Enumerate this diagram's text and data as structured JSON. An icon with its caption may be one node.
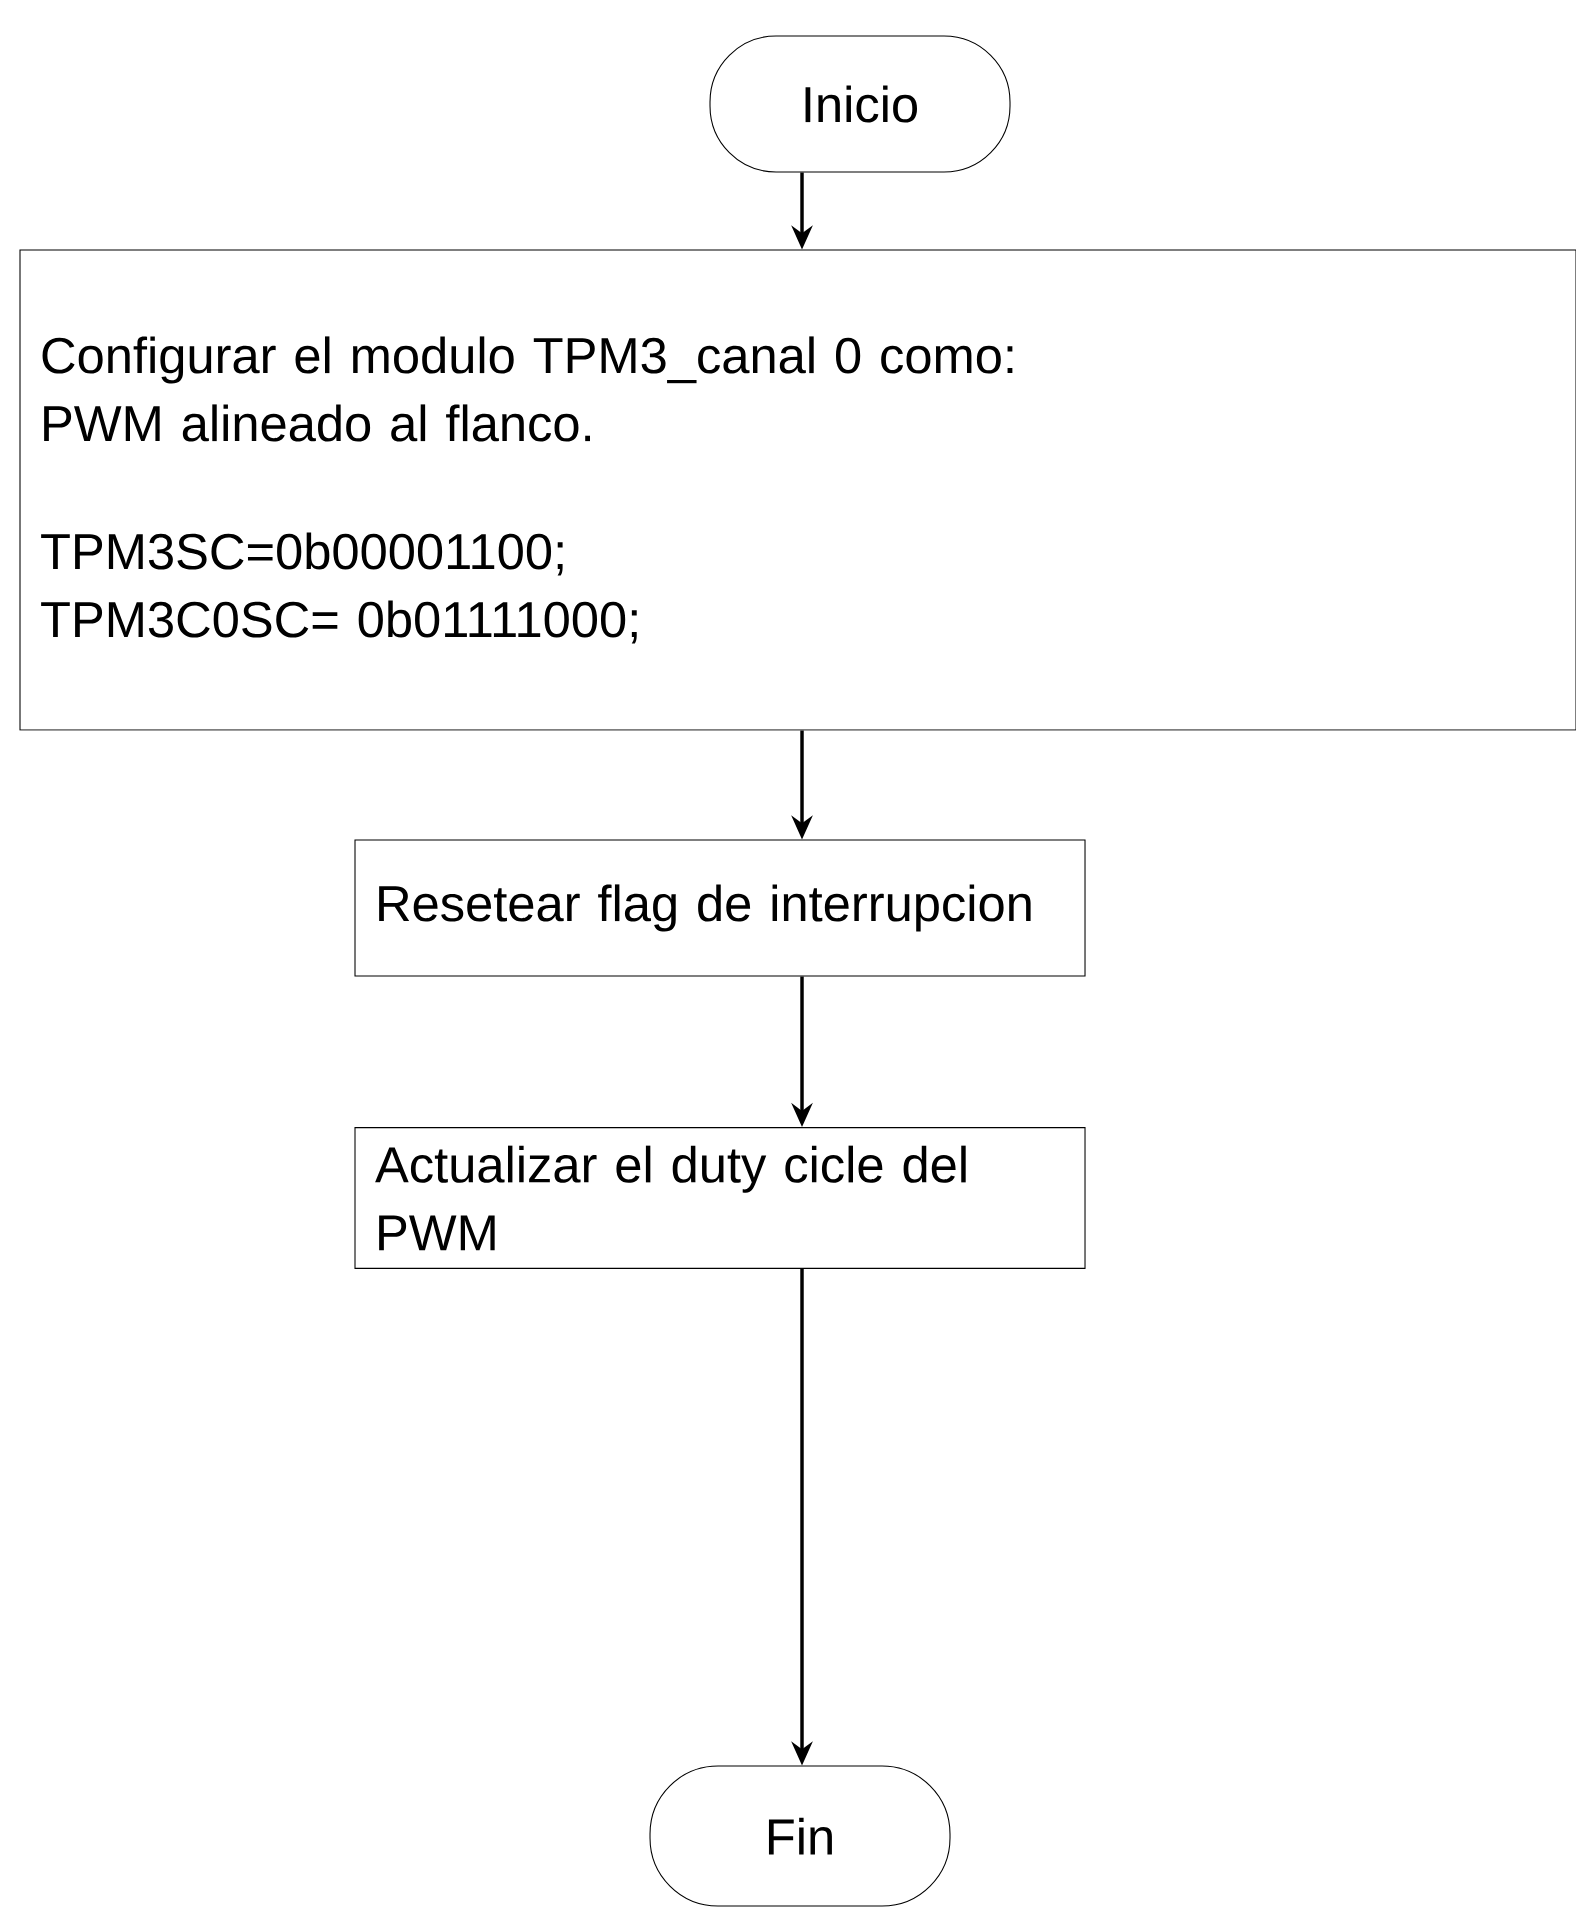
{
  "diagram": {
    "nodes": [
      {
        "text": [
          "Inicio"
        ]
      },
      {
        "text": [
          "Configurar el modulo TPM3_canal 0 como:",
          "PWM alineado al flanco.",
          "TPM3SC=0b00001100;",
          "TPM3C0SC= 0b01111000;"
        ]
      },
      {
        "text": [
          "Resetear flag de interrupcion"
        ]
      },
      {
        "text": [
          "Actualizar el duty cicle del PWM"
        ]
      },
      {
        "text": [
          "Fin"
        ]
      }
    ],
    "edges": [
      {
        "from": 0,
        "to": 1,
        "arrow": "to"
      },
      {
        "from": 1,
        "to": 2,
        "arrow": "to"
      },
      {
        "from": 2,
        "to": 3,
        "arrow": "to"
      },
      {
        "from": 3,
        "to": 4,
        "arrow": "to"
      }
    ]
  }
}
